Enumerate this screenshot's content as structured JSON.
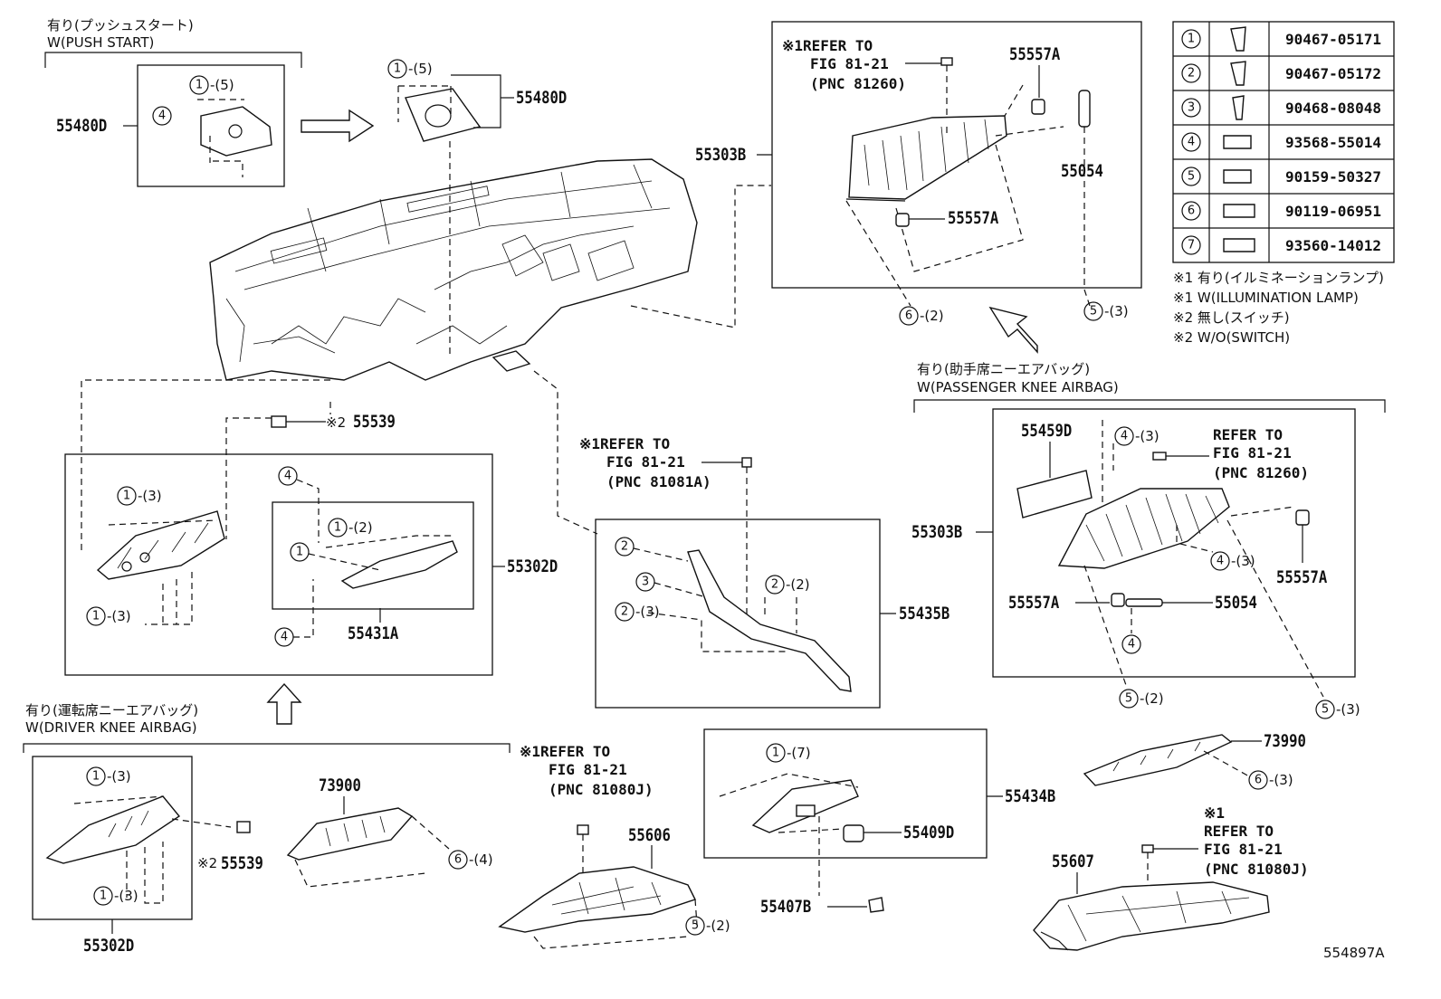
{
  "diagram_id": "554897A",
  "headers": {
    "push_start_jp": "有り(プッシュスタート)",
    "push_start_en": "W(PUSH START)",
    "driver_knee_jp": "有り(運転席ニーエアバッグ)",
    "driver_knee_en": "W(DRIVER KNEE AIRBAG)",
    "passenger_knee_jp": "有り(助手席ニーエアバッグ)",
    "passenger_knee_en": "W(PASSENGER KNEE AIRBAG)"
  },
  "legend": [
    {
      "num": "1",
      "part": "90467-05171"
    },
    {
      "num": "2",
      "part": "90467-05172"
    },
    {
      "num": "3",
      "part": "90468-08048"
    },
    {
      "num": "4",
      "part": "93568-55014"
    },
    {
      "num": "5",
      "part": "90159-50327"
    },
    {
      "num": "6",
      "part": "90119-06951"
    },
    {
      "num": "7",
      "part": "93560-14012"
    }
  ],
  "notes": [
    "※1 有り(イルミネーションランプ)",
    "※1 W(ILLUMINATION LAMP)",
    "※2 無し(スイッチ)",
    "※2 W/O(SWITCH)"
  ],
  "parts": {
    "p55480D_left": "55480D",
    "p55480D_top": "55480D",
    "p55303B_top": "55303B",
    "p55557A_top1": "55557A",
    "p55557A_top2": "55557A",
    "p55054_top": "55054",
    "p55539_mid": "55539",
    "p55302D_right": "55302D",
    "p55431A": "55431A",
    "p55435B": "55435B",
    "p55459D": "55459D",
    "p55303B_right": "55303B",
    "p55557A_right": "55557A",
    "p55557A_left": "55557A",
    "p55054_right": "55054",
    "p73990": "73990",
    "p73900": "73900",
    "p55539_low": "55539",
    "p55302D_bottom": "55302D",
    "p55606": "55606",
    "p55434B": "55434B",
    "p55409D": "55409D",
    "p55407B": "55407B",
    "p55607": "55607"
  },
  "marks": {
    "x2": "※2",
    "x1": "※1"
  },
  "refs": {
    "top": [
      "※1REFER TO",
      "FIG 81-21",
      "(PNC 81260)"
    ],
    "mid": [
      "※1REFER TO",
      "FIG 81-21",
      "(PNC 81081A)"
    ],
    "low": [
      "※1REFER TO",
      "FIG 81-21",
      "(PNC 81080J)"
    ],
    "right": [
      "REFER TO",
      "FIG 81-21",
      "(PNC 81260)"
    ],
    "bottomright": [
      "※1",
      "REFER TO",
      "FIG 81-21",
      "(PNC 81080J)"
    ]
  },
  "callouts": {
    "c1_5a": "1",
    "q1_5a": "-(5)",
    "c4a": "4",
    "c1_5b": "1",
    "q1_5b": "-(5)",
    "c1_3a": "1",
    "q1_3a": "-(3)",
    "c1_3b": "1",
    "q1_3b": "-(3)",
    "c4b": "4",
    "c1_2": "1",
    "q1_2": "-(2)",
    "c1plain": "1",
    "c4c": "4",
    "c2a": "2",
    "c3a": "3",
    "c2b": "2",
    "q2b": "-(3)",
    "c2c": "2",
    "q2c": "-(2)",
    "c6top": "6",
    "q6top": "-(2)",
    "c5top": "5",
    "q5top": "-(3)",
    "c4r1": "4",
    "q4r1": "-(3)",
    "c4r2": "4",
    "q4r2": "-(3)",
    "c4r3": "4",
    "c5r1": "5",
    "q5r1": "-(2)",
    "c5r2": "5",
    "q5r2": "-(3)",
    "c6r": "6",
    "q6r": "-(3)",
    "c1_3c": "1",
    "q1_3c": "-(3)",
    "c1_3d": "1",
    "q1_3d": "-(3)",
    "c6b": "6",
    "q6b": "-(4)",
    "c5b": "5",
    "q5b": "-(2)",
    "c1_7": "1",
    "q1_7": "-(7)"
  }
}
